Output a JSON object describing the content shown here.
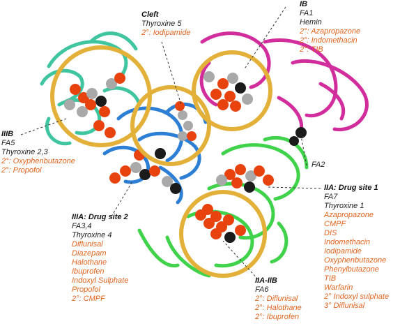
{
  "sites": {
    "cleft": {
      "title": "Cleft",
      "lines": [
        "Thyroxine 5"
      ],
      "orange": [
        "2°: Iodipamide"
      ]
    },
    "ib": {
      "title": "IB",
      "lines": [
        "FA1",
        "Hemin"
      ],
      "orange": [
        "2°: Azapropazone",
        "2°: Indomethacin",
        "2°: TIB"
      ]
    },
    "iiib": {
      "title": "IIIB",
      "lines": [
        "FA5",
        "Thyroxine 2,3"
      ],
      "orange": [
        "2°: Oxyphenbutazone",
        "2°: Propofol"
      ]
    },
    "fa2": {
      "title": "FA2"
    },
    "iia": {
      "title": "IIA: Drug site 1",
      "lines": [
        "FA7",
        "Thyroxine 1"
      ],
      "orange": [
        "Azapropazone",
        "CMPF",
        "DIS",
        "Indomethacin",
        "Iodipamide",
        "Oxyphenbutazone",
        "Phenylbutazone",
        "TIB",
        "Warfarin",
        "2° Indoxyl sulphate",
        "3° Diflunisal"
      ]
    },
    "iiia": {
      "title": "IIIA: Drug site 2",
      "lines": [
        "FA3,4",
        "Thyroxine 4"
      ],
      "orange": [
        "Diflunisal",
        "Diazepam",
        "Halothane",
        "Ibuprofen",
        "Indoxyl Sulphate",
        "Propofol",
        "2°: CMPF"
      ]
    },
    "iiaiib": {
      "title": "IIA-IIB",
      "lines": [
        "FA6"
      ],
      "orange": [
        "2°: Diflunisal",
        "2°: Halothane",
        "2°: Ibuprofen"
      ]
    }
  },
  "colors": {
    "ring": "#e3b13a",
    "domain_teal": "#3fc5a0",
    "domain_magenta": "#d22d9c",
    "domain_blue": "#2d7fd6",
    "domain_green": "#3fd24a",
    "ligand_red": "#e8430f",
    "ligand_gray": "#a9a9a9",
    "ligand_black": "#1b1b1b",
    "text_orange": "#e0641e"
  }
}
